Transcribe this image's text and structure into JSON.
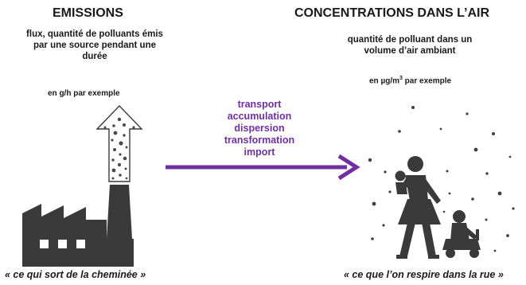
{
  "emissions": {
    "title": "EMISSIONS",
    "description": [
      "flux, quantité de polluants émis",
      "par une source pendant une",
      "durée"
    ],
    "unit_prefix": "en g/h par exemple",
    "quote": "« ce qui sort de la cheminée »",
    "icon": "factory-icon"
  },
  "concentrations": {
    "title": "CONCENTRATIONS DANS L’AIR",
    "description": [
      "quantité de polluant dans un",
      "volume d’air ambiant"
    ],
    "unit_prefix": "en µg/m",
    "unit_sup": "3",
    "unit_suffix": " par exemple",
    "quote": "« ce que l’on respire dans la rue »",
    "icon": "people-in-polluted-air-icon"
  },
  "processes": {
    "items": [
      "transport",
      "accumulation",
      "dispersion",
      "transformation",
      "import"
    ],
    "color": "#7030a0"
  },
  "colors": {
    "icon": "#3a3a3a",
    "arrow": "#7030a0"
  }
}
